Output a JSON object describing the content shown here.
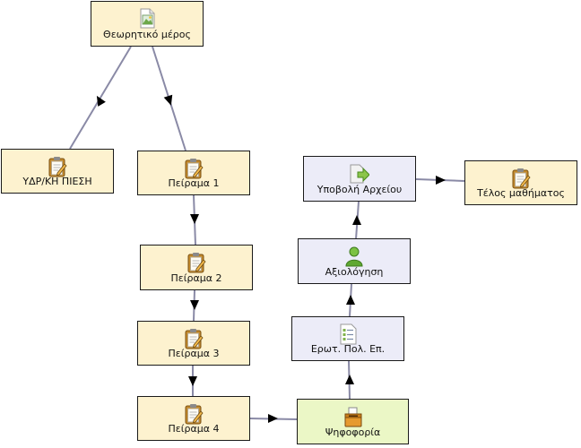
{
  "colors": {
    "activity_fill": "#fdf2cf",
    "tool_fill": "#ececf8",
    "gate_fill": "#ebf7c6",
    "connector": "#8a8aa6",
    "arrow": "#000000"
  },
  "nodes": {
    "theory": {
      "label": "Θεωρητικό μέρος",
      "icon": "image-page-icon"
    },
    "pressure": {
      "label": "ΥΔΡ/ΚΗ ΠΙΕΣΗ",
      "icon": "notepad-icon"
    },
    "exp1": {
      "label": "Πείραμα 1",
      "icon": "notepad-icon"
    },
    "exp2": {
      "label": "Πείραμα 2",
      "icon": "notepad-icon"
    },
    "exp3": {
      "label": "Πείραμα 3",
      "icon": "notepad-icon"
    },
    "exp4": {
      "label": "Πείραμα 4",
      "icon": "notepad-icon"
    },
    "vote": {
      "label": "Ψηφοφορία",
      "icon": "ballot-box-icon"
    },
    "mcq": {
      "label": "Ερωτ. Πολ. Επ.",
      "icon": "checklist-icon"
    },
    "assess": {
      "label": "Αξιολόγηση",
      "icon": "user-icon"
    },
    "submit": {
      "label": "Υποβολή Αρχείου",
      "icon": "file-submit-icon"
    },
    "end": {
      "label": "Τέλος μαθήματος",
      "icon": "notepad-icon"
    }
  }
}
